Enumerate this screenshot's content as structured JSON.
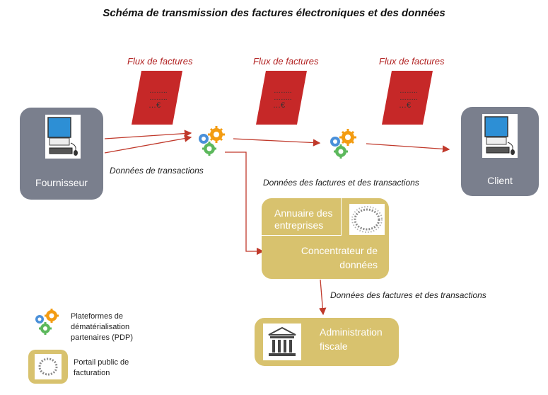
{
  "title": "Schéma de transmission des factures électroniques et des données",
  "flux": [
    {
      "label": "Flux de factures",
      "dots1": "……..",
      "dots2": "……..",
      "amount": "…€"
    },
    {
      "label": "Flux de factures",
      "dots1": "……..",
      "dots2": "……..",
      "amount": "…€"
    },
    {
      "label": "Flux de factures",
      "dots1": "……..",
      "dots2": "……..",
      "amount": "…€"
    }
  ],
  "fournisseur": "Fournisseur",
  "client": "Client",
  "captions": {
    "transactions": "Données de transactions",
    "factures_transactions_1": "Données des factures et des transactions",
    "factures_transactions_2": "Données des factures et des transactions"
  },
  "annuaire": "Annuaire des entreprises",
  "concentrateur": "Concentrateur de données",
  "administration": "Administration fiscale",
  "legend": {
    "pdp": "Plateformes de dématérialisation partenaires (PDP)",
    "ppf": "Portail public de facturation"
  },
  "colors": {
    "arrow": "#c0392b",
    "invoice": "#c62828",
    "party": "#7a7f8d",
    "gold": "#d8c26e"
  }
}
